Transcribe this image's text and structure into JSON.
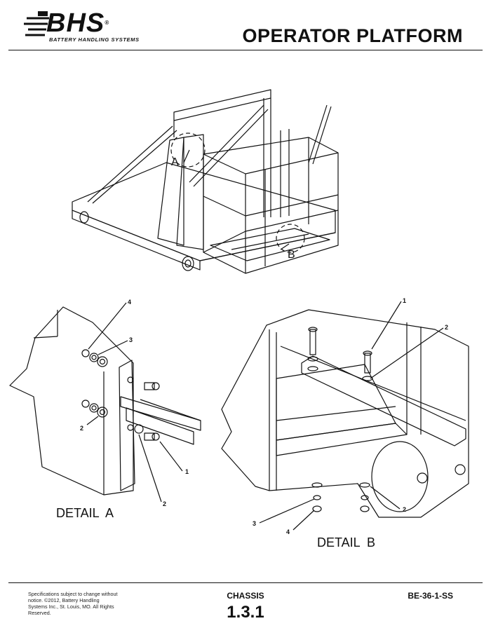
{
  "header": {
    "brand": "BHS",
    "brand_tagline": "BATTERY HANDLING SYSTEMS",
    "registered_mark": "®",
    "title": "OPERATOR PLATFORM"
  },
  "views": {
    "overview": {
      "callout_a": "A",
      "callout_b": "B"
    },
    "detail_a": {
      "caption": "DETAIL  A",
      "callouts": [
        "4",
        "3",
        "2",
        "1",
        "2"
      ]
    },
    "detail_b": {
      "caption": "DETAIL  B",
      "callouts": [
        "1",
        "2",
        "2",
        "3",
        "4"
      ]
    }
  },
  "footer": {
    "note": "Specifications subject to change without notice. ©2012, Battery Handling Systems Inc., St. Louis, MO. All Rights Reserved.",
    "section": "CHASSIS",
    "section_number": "1.3.1",
    "doc_code": "BE-36-1-SS"
  },
  "colors": {
    "ink": "#111111",
    "paper": "#ffffff"
  }
}
